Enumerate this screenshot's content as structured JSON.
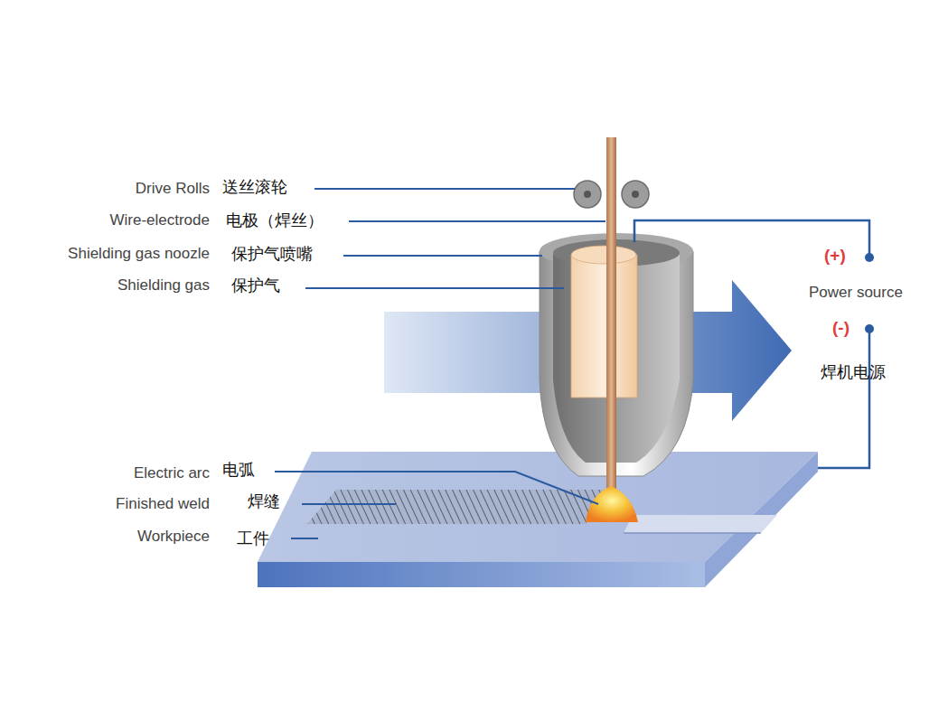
{
  "diagram": {
    "labels": [
      "Drive Rolls",
      "送丝滚轮",
      "Wire-electrode",
      "电极（焊丝）",
      "Shielding gas noozle",
      "保护气喷嘴",
      "Shielding gas",
      "保护气",
      "(+)",
      "Power source",
      "(-)",
      "焊机电源",
      "Electric arc",
      "电弧",
      "Finished weld",
      "焊缝",
      "Workpiece",
      "工件"
    ]
  }
}
